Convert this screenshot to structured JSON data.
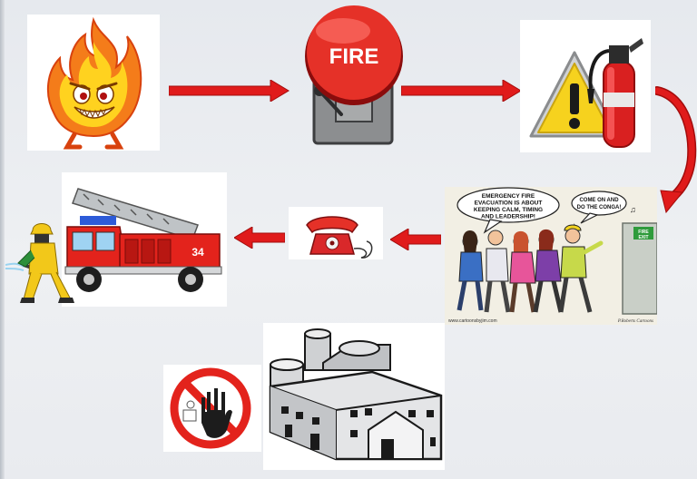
{
  "alarm": {
    "label": "FIRE"
  },
  "evacuation": {
    "speech_main": [
      "EMERGENCY FIRE",
      "EVACUATION IS ABOUT",
      "KEEPING CALM, TIMING",
      "AND LEADERSHIP!"
    ],
    "speech_second": [
      "COME ON AND",
      "DO THE CONGA!"
    ],
    "exit_sign": [
      "FIRE",
      "EXIT"
    ],
    "credit": "www.cartoonsbyjim.com",
    "signature": "P.Roberts Cartoons"
  },
  "fire_truck": {
    "side_number": "34"
  },
  "colors": {
    "arrow_red": "#e01b1b",
    "fire_red": "#e53128",
    "flame_yellow": "#ffd21f",
    "flame_orange": "#f47c1a"
  },
  "icons": [
    "flame-character-icon",
    "fire-alarm-bell-icon",
    "warning-extinguisher-icon",
    "evacuation-cartoon",
    "telephone-icon",
    "firefighter-truck-icon",
    "no-entry-icon",
    "factory-building-icon"
  ]
}
